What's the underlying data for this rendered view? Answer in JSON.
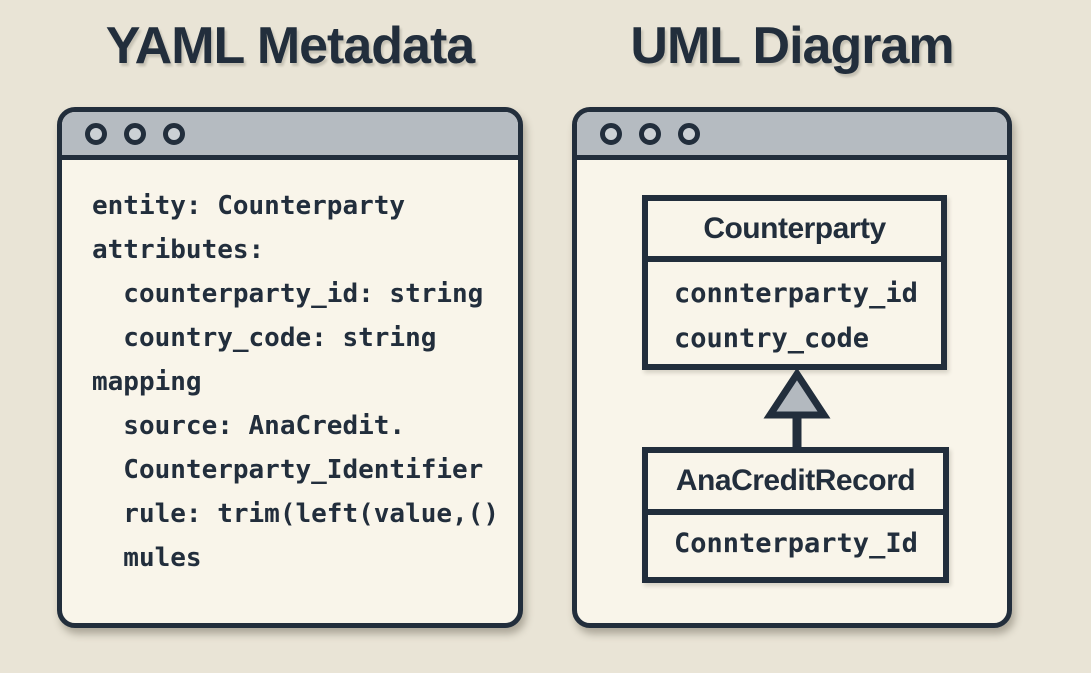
{
  "colors": {
    "page-bg": "#e9e4d6",
    "window-bg": "#f9f5ea",
    "titlebar-bg": "#b5bbc1",
    "ink": "#222e3c",
    "dot-fill": "#ccd1d5",
    "triangle-fill": "#b3b9bf"
  },
  "left_panel": {
    "title": "YAML Metadata",
    "code_lines": [
      "entity: Counterparty",
      "attributes:",
      "  counterparty_id: string",
      "  country_code: string",
      "mapping",
      "  source: AnaCredit.",
      "  Counterparty_Identifier",
      "  rule: trim(left(value,()",
      "  mules"
    ]
  },
  "right_panel": {
    "title": "UML Diagram",
    "parent_class": {
      "name": "Counterparty",
      "attributes": [
        "connterparty_id",
        "country_code"
      ]
    },
    "relationship": "inheritance",
    "child_class": {
      "name": "AnaCreditRecord",
      "attributes": [
        "Connterparty_Id"
      ]
    }
  }
}
